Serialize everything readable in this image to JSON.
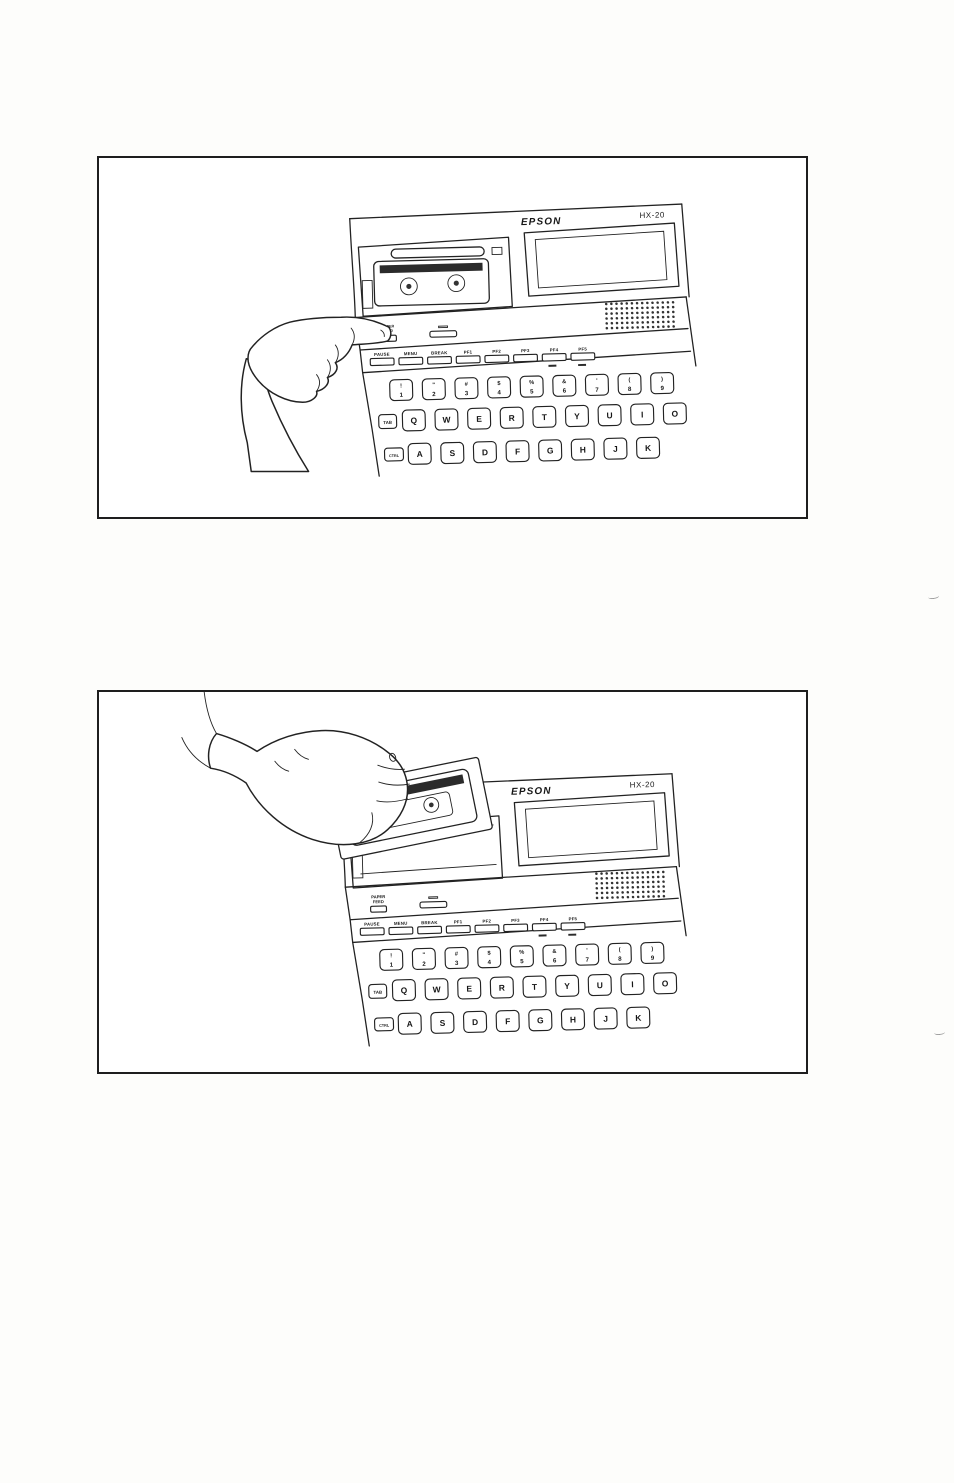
{
  "colors": {
    "ink": "#222222",
    "paper": "#fdfdfb"
  },
  "device": {
    "brand": "EPSON",
    "model": "HX-20",
    "paper_feed_label": [
      "PAPER",
      "FEED"
    ],
    "function_keys": [
      "PAUSE",
      "MENU",
      "BREAK",
      "PF1",
      "PF2",
      "PF3",
      "PF4",
      "PF5"
    ],
    "number_keys": [
      [
        "!",
        "1"
      ],
      [
        "\"",
        "2"
      ],
      [
        "#",
        "3"
      ],
      [
        "$",
        "4"
      ],
      [
        "%",
        "5"
      ],
      [
        "&",
        "6"
      ],
      [
        "'",
        "7"
      ],
      [
        "(",
        "8"
      ],
      [
        ")",
        "9"
      ]
    ],
    "qwerty_keys": [
      "Q",
      "W",
      "E",
      "R",
      "T",
      "Y",
      "U",
      "I",
      "O"
    ],
    "home_keys": [
      "A",
      "S",
      "D",
      "F",
      "G",
      "H",
      "J",
      "K"
    ],
    "tab_label": "TAB",
    "ctrl_label": "CTRL"
  }
}
